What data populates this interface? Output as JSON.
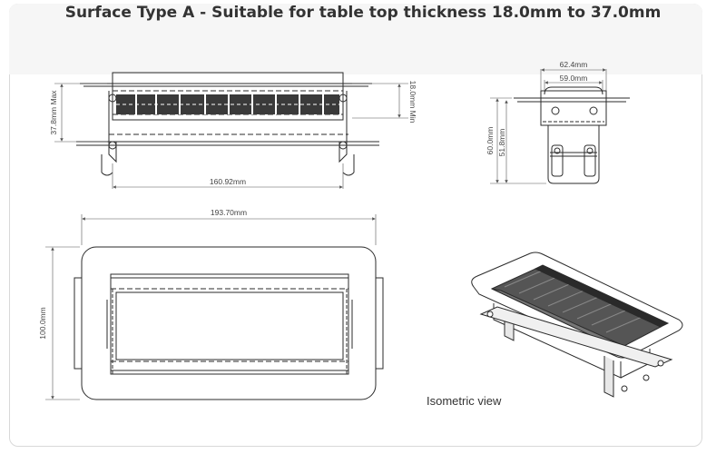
{
  "title": "Surface Type A - Suitable for table top thickness 18.0mm to 37.0mm",
  "side_view": {
    "dim_height_max": "37.8mm Max",
    "dim_height_min": "18.0mm Min",
    "dim_width": "160.92mm"
  },
  "end_view": {
    "dim_outer_width": "62.4mm",
    "dim_inner_width": "59.0mm",
    "dim_height": "60.0mm",
    "dim_inner_height": "51.8mm"
  },
  "top_view": {
    "dim_width": "193.70mm",
    "dim_height": "100.0mm"
  },
  "isometric_caption": "Isometric view",
  "colors": {
    "line": "#2b2b2b",
    "dim_line": "#555555",
    "dark_fill": "#3a3a3a",
    "title_band": "#f6f6f6"
  }
}
